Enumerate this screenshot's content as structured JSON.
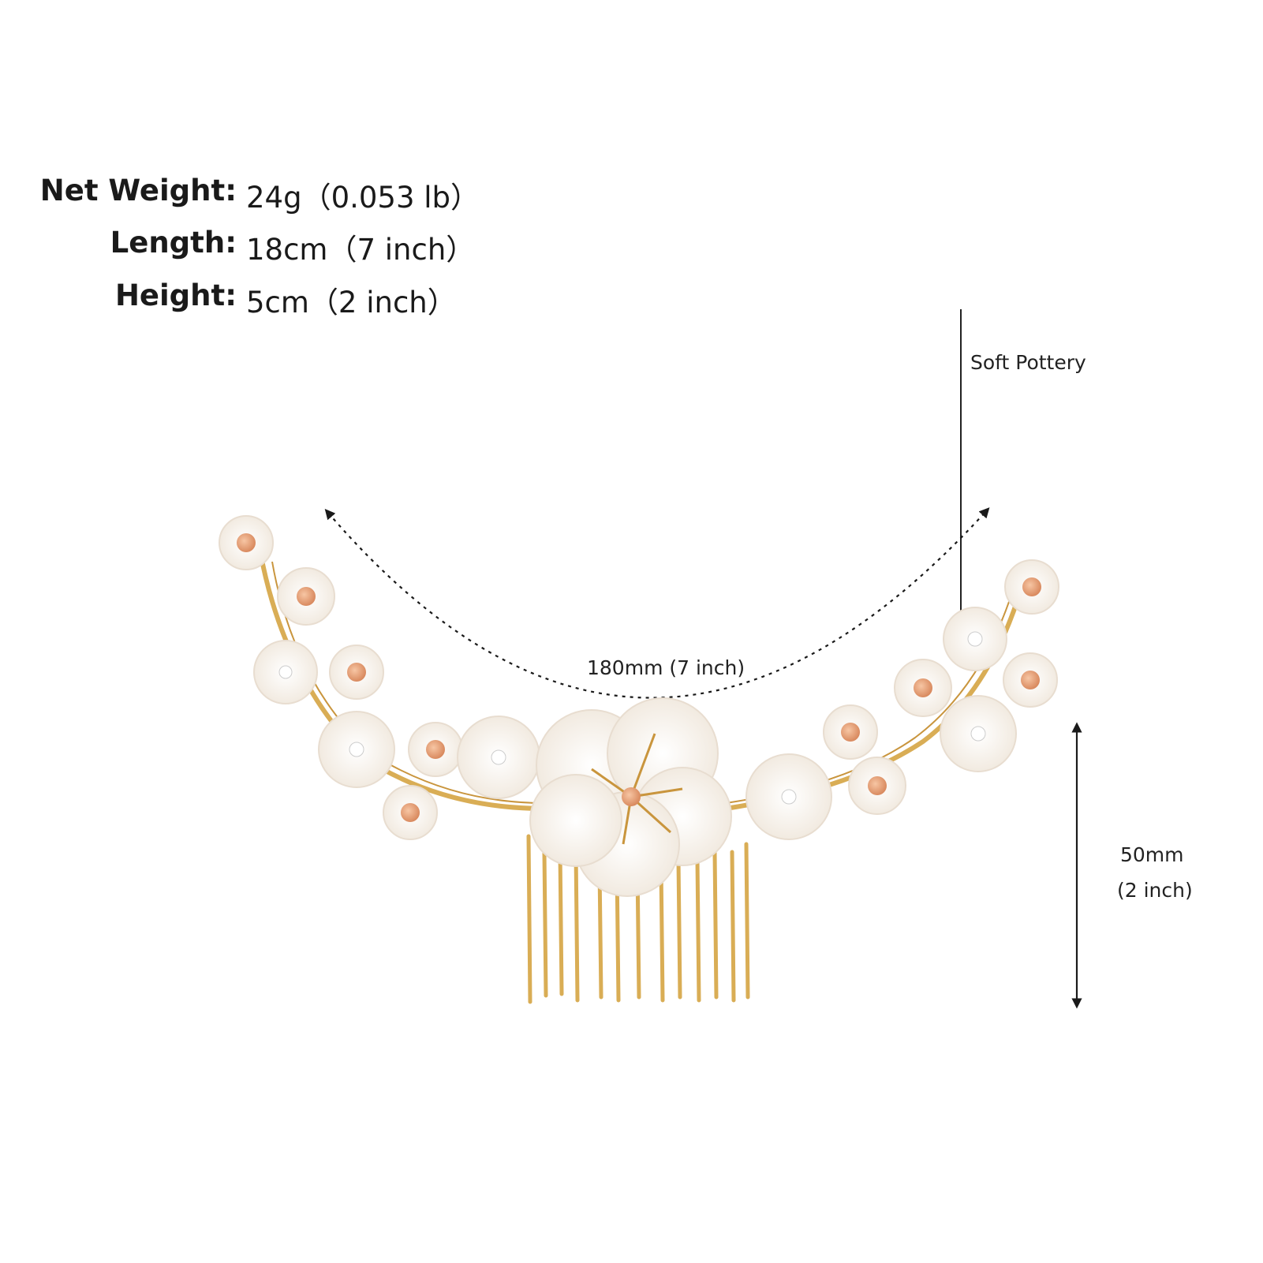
{
  "specs": {
    "net_weight": {
      "label": "Net Weight:",
      "value": "24g（0.053 lb）"
    },
    "length": {
      "label": "Length:",
      "value": "18cm（7 inch）"
    },
    "height": {
      "label": "Height:",
      "value": "5cm（2 inch）"
    }
  },
  "callouts": {
    "material": "Soft Pottery",
    "width_mm": "180mm (7 inch)",
    "height_mm": "50mm",
    "height_inch": "(2 inch)"
  },
  "colors": {
    "petal": "#fbf7f1",
    "petal_edge": "#e8ddd0",
    "gold": "#d9ad55",
    "bead": "#e9a882",
    "text": "#1a1a1a"
  }
}
